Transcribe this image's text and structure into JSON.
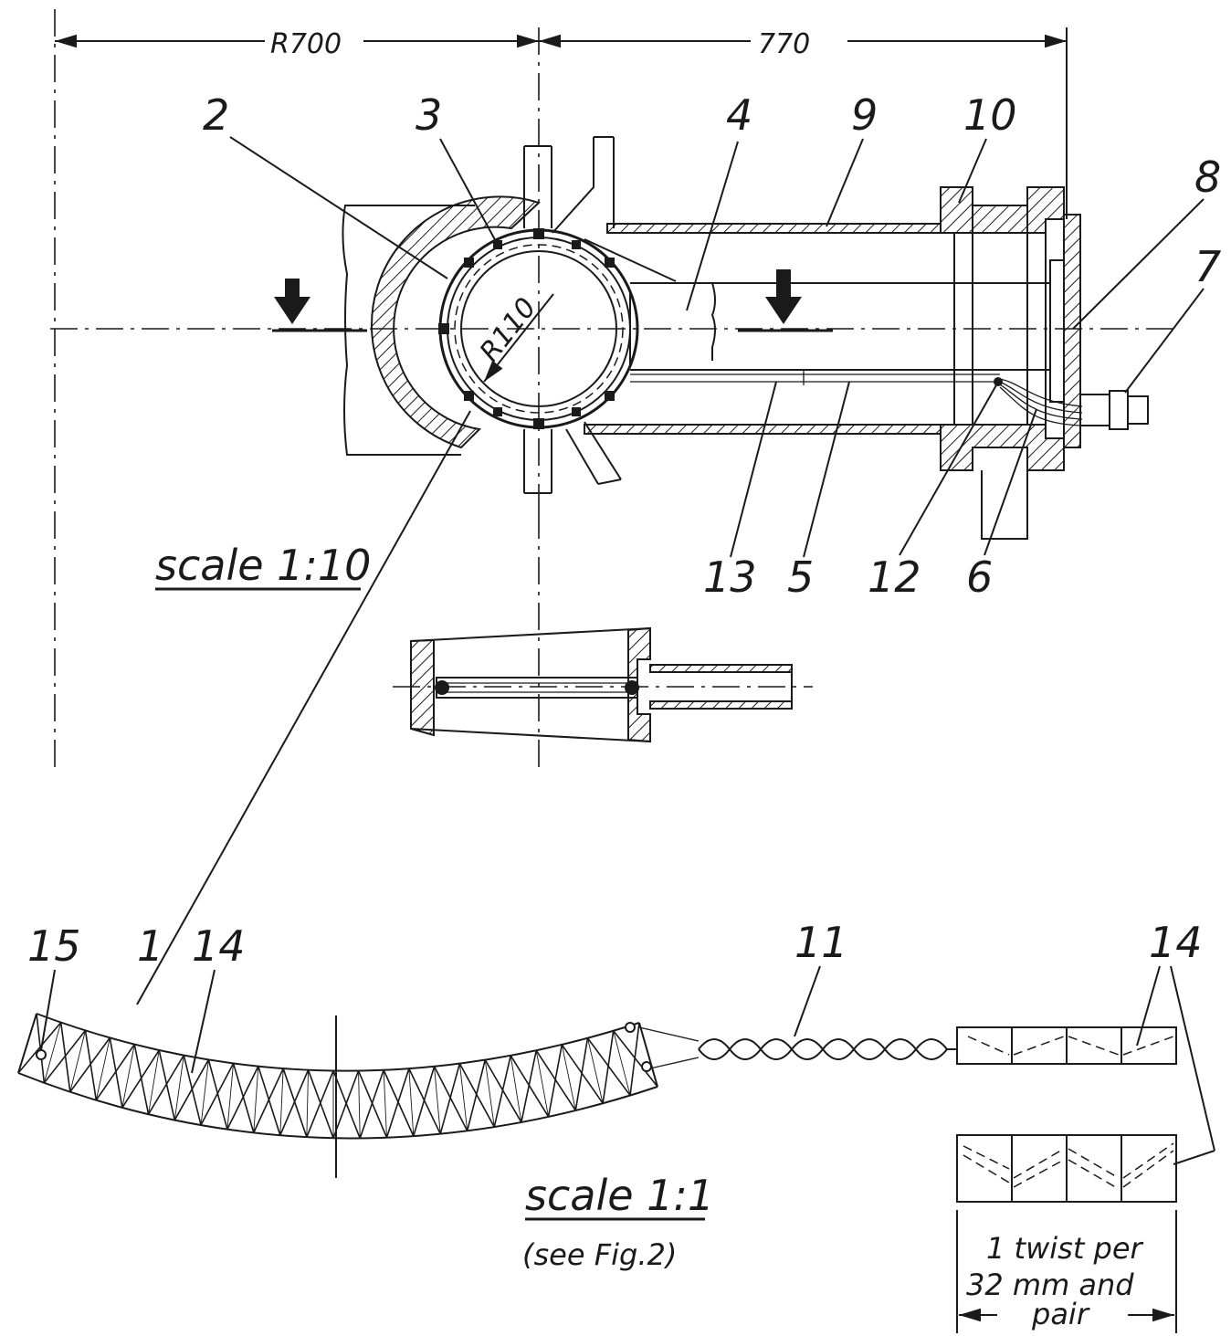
{
  "dimensions": {
    "radius_left": "R700",
    "length_right": "770",
    "inner_radius": "R110"
  },
  "part_numbers": {
    "p1": "1",
    "p2": "2",
    "p3": "3",
    "p4": "4",
    "p5": "5",
    "p6": "6",
    "p7": "7",
    "p8": "8",
    "p9": "9",
    "p10": "10",
    "p11": "11",
    "p12": "12",
    "p13": "13",
    "p14a": "14",
    "p14b": "14",
    "p15": "15"
  },
  "scales": {
    "upper": "scale 1:10",
    "lower": "scale 1:1",
    "lower_note": "(see Fig.2)"
  },
  "twist_note": {
    "line1": "1 twist per",
    "line2": "32 mm  and",
    "line3": "pair"
  }
}
